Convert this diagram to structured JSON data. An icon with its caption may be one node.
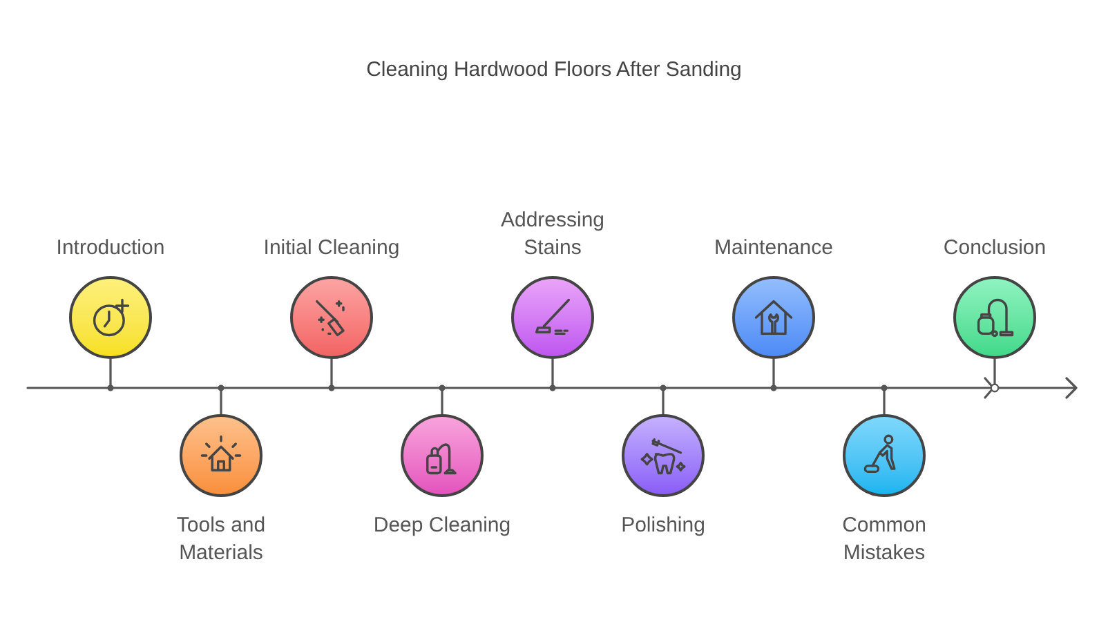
{
  "diagram": {
    "title": "Cleaning Hardwood Floors After Sanding",
    "nodes": [
      {
        "text": [
          "Introduction"
        ]
      },
      {
        "text": [
          "Tools and Materials"
        ]
      },
      {
        "text": [
          "Initial Cleaning"
        ]
      },
      {
        "text": [
          "Deep Cleaning"
        ]
      },
      {
        "text": [
          "Addressing Stains"
        ]
      },
      {
        "text": [
          "Polishing"
        ]
      },
      {
        "text": [
          "Maintenance"
        ]
      },
      {
        "text": [
          "Common Mistakes"
        ]
      },
      {
        "text": [
          "Conclusion"
        ]
      },
      {
        "text": [],
        "shape": "bar"
      }
    ],
    "edges": [
      {
        "from": 0,
        "to": 9,
        "arrow": "other"
      },
      {
        "from": 1,
        "to": 9,
        "arrow": "other"
      },
      {
        "from": 2,
        "to": 9,
        "arrow": "other"
      },
      {
        "from": 3,
        "to": 9,
        "arrow": "other"
      },
      {
        "from": 4,
        "to": 9,
        "arrow": "other"
      },
      {
        "from": 5,
        "to": 9,
        "arrow": "other"
      },
      {
        "from": 6,
        "to": 9,
        "arrow": "other"
      },
      {
        "from": 7,
        "to": 9,
        "arrow": "other"
      },
      {
        "from": 8,
        "to": 9,
        "arrow": "other"
      }
    ]
  }
}
